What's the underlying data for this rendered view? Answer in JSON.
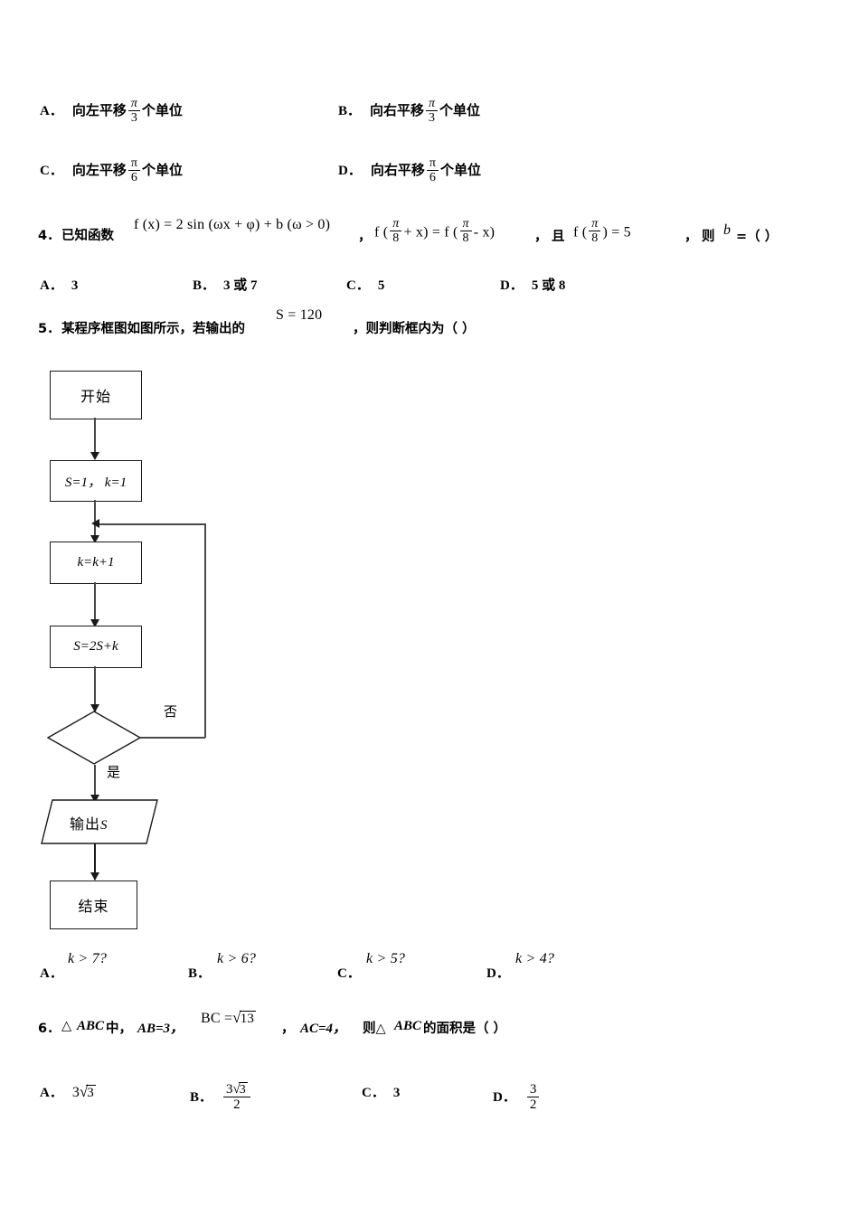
{
  "document": {
    "type": "math-exam-page",
    "language": "zh-CN"
  },
  "q3_options": {
    "a": {
      "letter": "A．",
      "text_before": "向左平移",
      "frac_num": "π",
      "frac_den": "3",
      "text_after": "个单位"
    },
    "b": {
      "letter": "B．",
      "text_before": "向右平移",
      "frac_num": "π",
      "frac_den": "3",
      "text_after": "个单位"
    },
    "c": {
      "letter": "C．",
      "text_before": "向左平移",
      "frac_num": "π",
      "frac_den": "6",
      "text_after": "个单位"
    },
    "d": {
      "letter": "D．",
      "text_before": "向右平移",
      "frac_num": "π",
      "frac_den": "6",
      "text_after": "个单位"
    }
  },
  "q4": {
    "number": "4．",
    "stem_lead": "已知函数",
    "formula_1": "f (x) = 2 sin (ωx + φ) + b (ω > 0)",
    "comma_1": "，",
    "formula_2_lead": "f (",
    "formula_2_frac_num": "π",
    "formula_2_frac_den": "8",
    "formula_2_mid": "+ x) = f (",
    "formula_2_frac2_num": "π",
    "formula_2_frac2_den": "8",
    "formula_2_tail": "- x)",
    "comma_2": "，",
    "qie": "且",
    "formula_3_lead": "f (",
    "formula_3_frac_num": "π",
    "formula_3_frac_den": "8",
    "formula_3_tail": ") = 5",
    "comma_3": "，",
    "ze": "则",
    "b_var": "b",
    "equals_paren": "=（    ）",
    "options": [
      {
        "letter": "A．",
        "text": "3"
      },
      {
        "letter": "B．",
        "text": "3 或 7"
      },
      {
        "letter": "C．",
        "text": "5"
      },
      {
        "letter": "D．",
        "text": "5 或 8"
      }
    ]
  },
  "q5": {
    "number": "5．",
    "stem_lead": "某程序框图如图所示，若输出的",
    "stem_formula": "S = 120",
    "stem_tail": "，则判断框内为（    ）",
    "flowchart": {
      "start": "开始",
      "init": {
        "s": "S",
        "eq1": "=1，",
        "k": "k",
        "eq2": "=1"
      },
      "init_text": "S=1， k=1",
      "step_k": "k=k+1",
      "step_s": "S=2S+k",
      "decision": "",
      "branch_no": "否",
      "branch_yes": "是",
      "output_text": "输出",
      "output_var": "S",
      "end": "结束"
    },
    "options": [
      {
        "letter": "A．",
        "text": "k > 7?"
      },
      {
        "letter": "B．",
        "text": "k > 6?"
      },
      {
        "letter": "C．",
        "text": "k > 5?"
      },
      {
        "letter": "D．",
        "text": "k > 4?"
      }
    ]
  },
  "q6": {
    "number": "6．",
    "tri_symbol": "△",
    "abc": "ABC",
    "zhong": "中，",
    "ab_eq": "AB=3，",
    "bc_lead": "BC =",
    "bc_radicand": "13",
    "comma": "，",
    "ac_eq": "AC=4，",
    "ze_tri": "则△",
    "abc2": "ABC",
    "area_text": "的面积是（    ）",
    "options": [
      {
        "letter": "A．",
        "kind": "radical",
        "coef": "3",
        "radicand": "3"
      },
      {
        "letter": "B．",
        "kind": "frac-radical",
        "num_coef": "3",
        "num_radicand": "3",
        "den": "2"
      },
      {
        "letter": "C．",
        "kind": "plain",
        "text": "3"
      },
      {
        "letter": "D．",
        "kind": "frac",
        "num": "3",
        "den": "2"
      }
    ]
  },
  "colors": {
    "text": "#000000",
    "line": "#4a4a4a",
    "box_border": "#1a1a1a",
    "background": "#ffffff"
  }
}
